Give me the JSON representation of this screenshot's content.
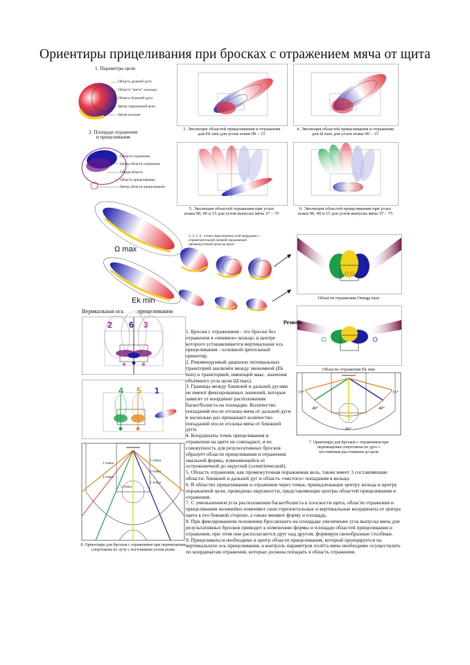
{
  "title": "Ориентиры прицеливания при бросках с отражением мяча от щита",
  "section1": {
    "heading": "1. Параметры цели",
    "labels": [
      "Область дальней дуги",
      "Область \"чисто\" в кольцо",
      "Область ближней дуги",
      "Центр поражаемой цели",
      "Центр кольцов"
    ]
  },
  "section2": {
    "heading": "2. Площади отражения\nи прицеливания",
    "labels": [
      "Область отражения",
      "Центр области отражения",
      "Общая область",
      "Область прицеливания",
      "Центр области прицеливания"
    ]
  },
  "captions": {
    "fig3": "3. Эволюция областей прицеливания и отражения\nдля Ek min для углов атаки 90 – 15",
    "fig4": "4. Эволюция областей прицеливания и отражения\nдля Ω max для углов атаки 90 – 15",
    "fig5": "5. Эволюция областей отражения при углах\nатаки 90, 40 и 15 для углов выпуска мяча 37 – 75",
    "fig6": "6. Эволюция областей прицеливания при углах\nатаки 90, 40 и 15 для углов выпуска мяча 37 – 75",
    "omega_region": "Области отражения Omega max",
    "ek_region": "Области отражения Ek min",
    "fig7": "7. Ориентиры для бросков с отражением при\nперемещении спортсмена по дуге с\nпостоянным расстоянием до цели",
    "fig8": "8. Ориентиры для бросков с отражением при перемещении\nспортсмена по лучу с постоянным углом атаки",
    "points_note": "3, 4, 5, 6 - точки пересечения осей координат с\nограничительной линией поражаемой\nпромежуточной цели на щите"
  },
  "labels": {
    "omega_max": "Ω max",
    "ek_min": "Ek min",
    "vertical_axis": "Верикальная ось",
    "aiming": "прицеливания",
    "top_numbers": [
      "2",
      "6",
      "3"
    ],
    "mid_numbers": [
      "4",
      "5",
      "1"
    ],
    "dots": [
      "2 точка",
      "4 точка",
      "1 точка",
      "6 точка",
      "5 точка",
      "3 точка"
    ],
    "angles": [
      "15°",
      "40°",
      "90°",
      "40°",
      "15°"
    ]
  },
  "summary": {
    "title": "Резюме.",
    "items": [
      "1. Броски с отражением - это броски без отражения в «мнимое» кольцо, в центре которого устанавливается вертикальная ось прицеливания - основной зрительный ориентир.",
      "2. Рекомендуемый диапазон оптимальных траекторий заключён между экономной (Ek min) и траекторией, имеющей макс. значения объёмного угла цели (Ω max).",
      "3. Границы между ближней и дальней дугами не имеют фиксированных значений, которые зависят от координат расположения баскетболиста на площадке. Количество попаданий после отскока мяча от дальней дуги в несколько раз превышает количество попаданий после отскока мяча от ближней дуги.",
      "4. Координаты точек прицеливания и отражения на щите не совпадают, и их совокупность для результативных бросков образует области прицеливания и отражения овальной формы, изменяющейся от остроконечной до округлой (эллиптической).",
      "5. Область отражения, как промежуточная поражаемая цель, также имеет 3 составляющие области: ближней и дальней дуг и область «чистого» попадания в кольцо.",
      "6. В областях прицеливания и отражения через точки, принадлежащие центру кольца и центру поражаемой цели, проведены окружности, представляющие центры областей прицеливания и отражения.",
      "7. С уменьшением угла расположения баскетболиста к плоскости щита, области отражения и прицеливания нелинейно изменяют свои горизонтальные и вертикальные координаты от центра щита к его боковой стороне, а также меняют форму и площадь.",
      "8. При фиксированном положении бросающего на площадке увеличение угла выпуска мяча для результативных бросков приводит к изменению формы и площади областей прицеливания и отражения, при этом они располагаются друг над другом, формируя своеобразные столбики.",
      "9. Прицеливаться необходимо в центр области прицеливания, который проецируется на вертикальную ось прицеливания, а контроль параметров полёта мяча необходимо осуществлять по координатам отражения, которые должны попадать в область отражения."
    ]
  },
  "colors": {
    "blue": "#1a1aa8",
    "red": "#e0303a",
    "yellow": "#f2d21a",
    "green": "#1aa04a",
    "purple": "#8a1a7a",
    "orange": "#e08a1a"
  }
}
